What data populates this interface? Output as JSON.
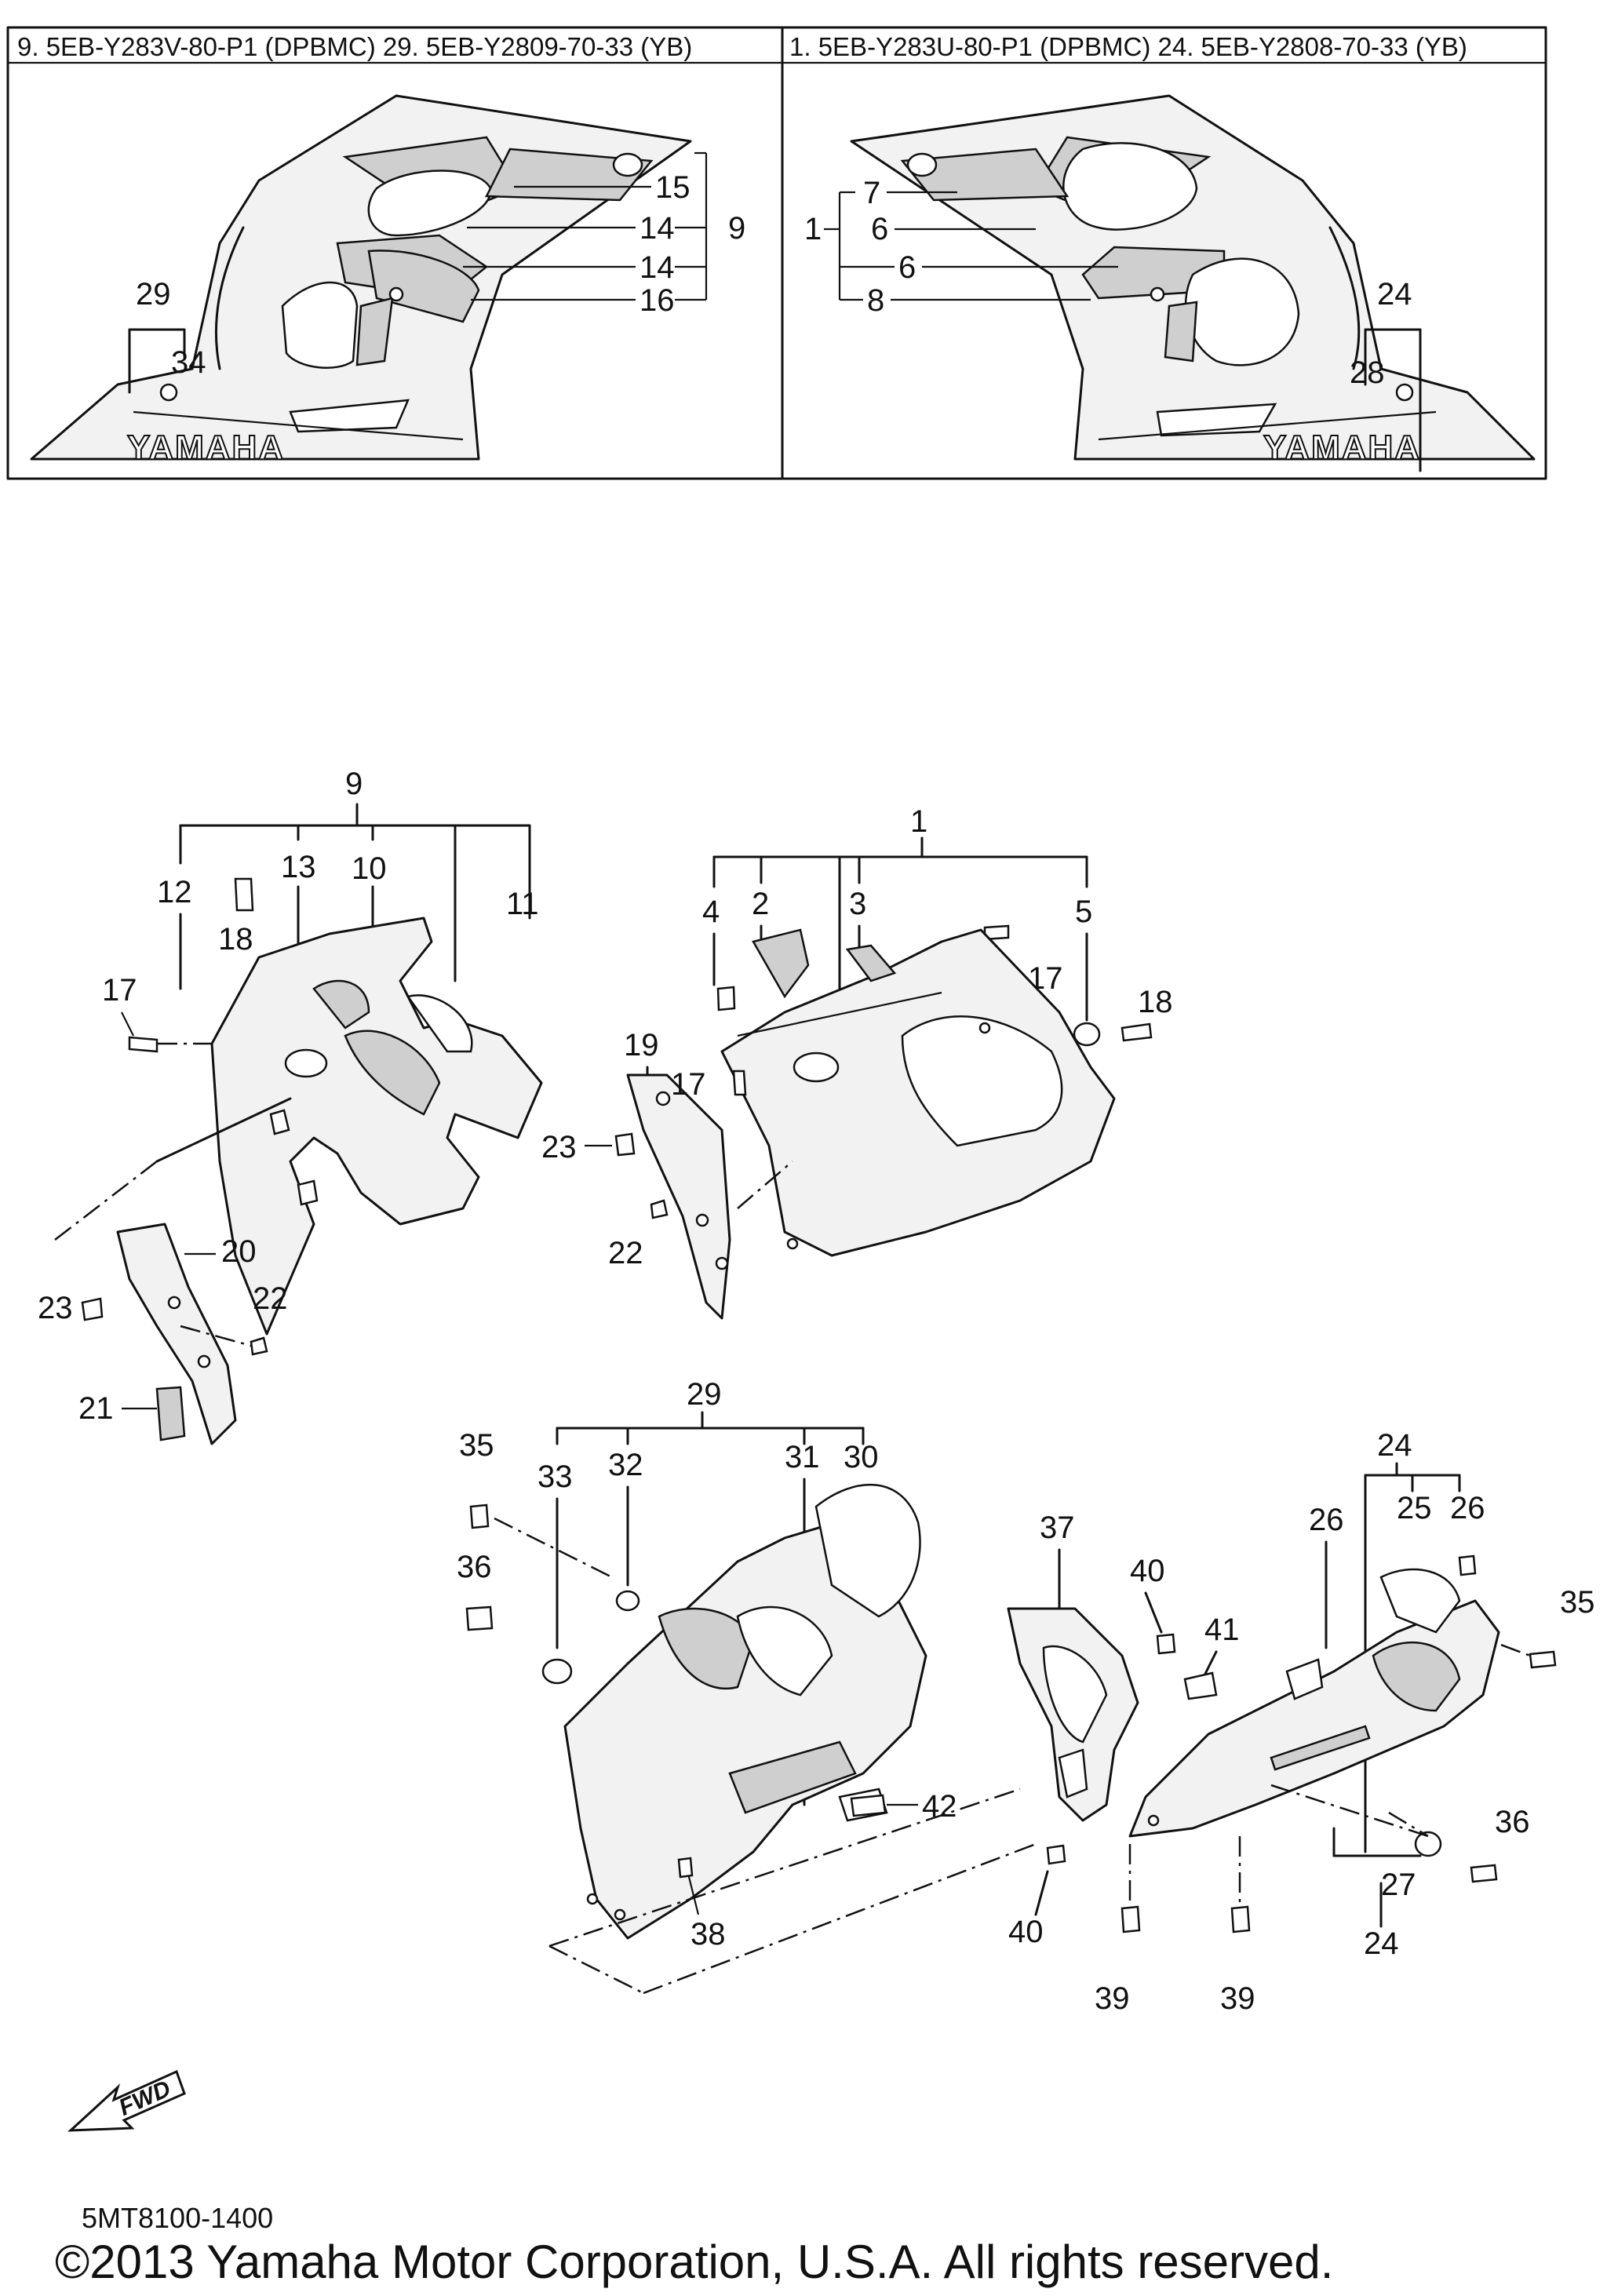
{
  "header": {
    "left_label": "9. 5EB-Y283V-80-P1 (DPBMC)  29. 5EB-Y2809-70-33 (YB)",
    "right_label": "1. 5EB-Y283U-80-P1 (DPBMC)  24. 5EB-Y2808-70-33 (YB)"
  },
  "panel_left": {
    "callouts": [
      "29",
      "34",
      "15",
      "14",
      "9",
      "14",
      "16"
    ],
    "logo_text": "YAMAHA"
  },
  "panel_right": {
    "callouts": [
      "7",
      "1",
      "6",
      "6",
      "8",
      "24",
      "28"
    ],
    "logo_text": "YAMAHA"
  },
  "group_9": {
    "callouts": [
      "9",
      "12",
      "13",
      "10",
      "11",
      "18",
      "17",
      "20",
      "23",
      "22",
      "21"
    ]
  },
  "group_1": {
    "callouts": [
      "1",
      "4",
      "2",
      "3",
      "5",
      "17",
      "18",
      "19",
      "17",
      "23",
      "22"
    ]
  },
  "group_29": {
    "callouts": [
      "29",
      "35",
      "33",
      "32",
      "31",
      "30",
      "36",
      "42",
      "38"
    ]
  },
  "group_24": {
    "callouts": [
      "24",
      "37",
      "40",
      "41",
      "26",
      "25",
      "26",
      "35",
      "36",
      "27",
      "24",
      "40",
      "39",
      "39"
    ]
  },
  "fwd_label": "FWD",
  "footer": {
    "code": "5MT8100-1400",
    "copyright": "©2013 Yamaha Motor Corporation, U.S.A. All rights reserved."
  }
}
